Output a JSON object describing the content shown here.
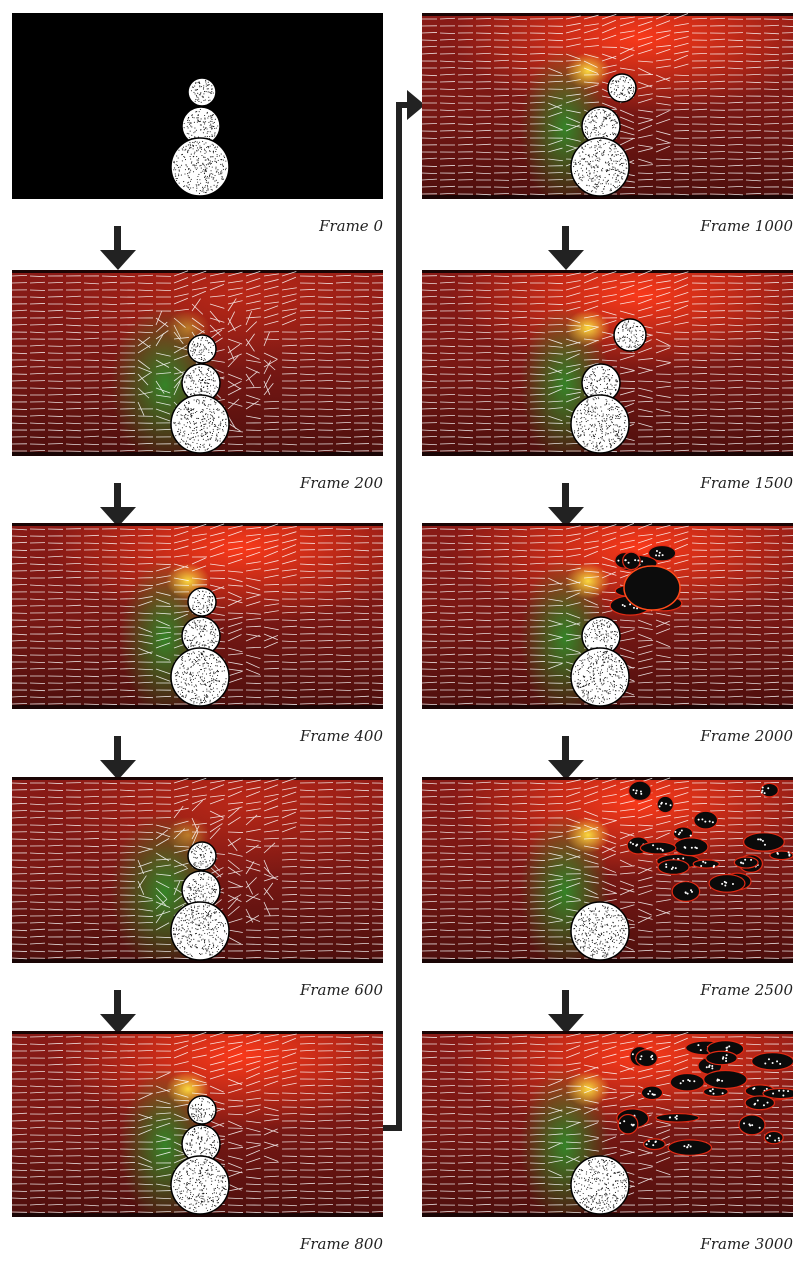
{
  "frames": [
    {
      "label": "Frame 0",
      "stage": 0
    },
    {
      "label": "Frame 200",
      "stage": 1
    },
    {
      "label": "Frame 400",
      "stage": 2
    },
    {
      "label": "Frame 600",
      "stage": 3
    },
    {
      "label": "Frame 800",
      "stage": 4
    },
    {
      "label": "Frame 1000",
      "stage": 5
    },
    {
      "label": "Frame 1500",
      "stage": 6
    },
    {
      "label": "Frame 2000",
      "stage": 7
    },
    {
      "label": "Frame 2500",
      "stage": 8
    },
    {
      "label": "Frame 3000",
      "stage": 9
    }
  ],
  "colors": {
    "background": "#000000",
    "flow_dark": "#5a1212",
    "flow_red": "#c0201a",
    "flow_bright": "#ff3b1a",
    "flow_yellow": "#ffe040",
    "flow_green": "#2f8f2a",
    "streamline": "#ffffff",
    "snow": "#ffffff",
    "arrow": "#222222"
  }
}
